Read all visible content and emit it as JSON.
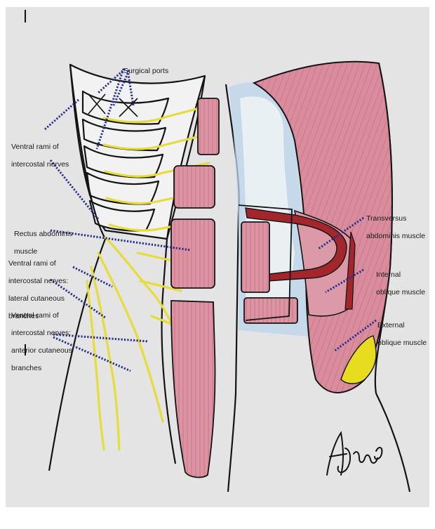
{
  "labels": {
    "surgical_ports": "Surgical ports",
    "ventral_rami": [
      "Ventral rami of",
      "intercostal nerves"
    ],
    "rectus_abdominis": [
      "Rectus abdominis",
      "muscle"
    ],
    "lateral_cutaneous": [
      "Ventral rami of",
      "intercostal nerves:",
      "lateral cutaneous",
      "branches"
    ],
    "anterior_cutaneous": [
      "Ventral rami of",
      "intercostal nerves:",
      "anterior cutaneous",
      "branches"
    ],
    "transversus": [
      "Transversus",
      "abdominis muscle"
    ],
    "internal_oblique": [
      "Internal",
      "oblique muscle"
    ],
    "external_oblique": [
      "External",
      "oblique muscle"
    ]
  },
  "signature_text": "AJ",
  "colors": {
    "background": "#e4e4e4",
    "outline": "#141414",
    "nerve": "#e6dc3a",
    "muscle": "#d98c9c",
    "muscle_dark": "#b9566c",
    "dotted_leader": "#27308f",
    "fascia_blue": "#b9d6ec",
    "fat_yellow": "#e8dc1e",
    "artery": "#9a1e22"
  }
}
